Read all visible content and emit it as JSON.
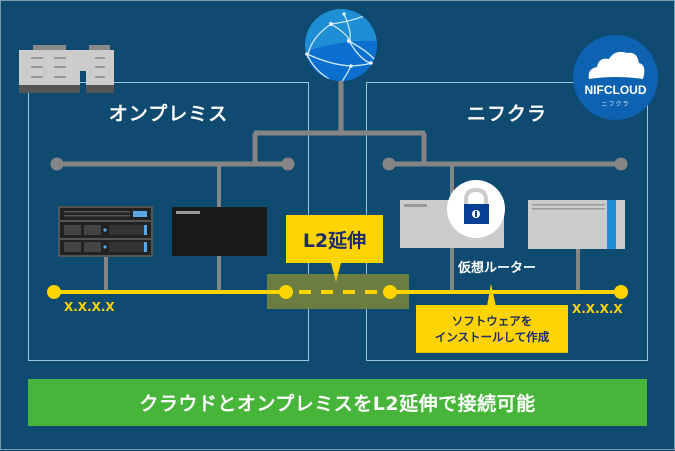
{
  "diagram": {
    "title_banner": "クラウドとオンプレミスをL2延伸で接続可能",
    "zones": [
      {
        "id": "onpremises",
        "label": "オンプレミス",
        "ip_label": "X.X.X.X"
      },
      {
        "id": "nifcloud",
        "label": "ニフクラ",
        "ip_label": "X.X.X.X"
      }
    ],
    "l2_extension_label": "L2延伸",
    "virtual_router_label": "仮想ルーター",
    "software_callout": {
      "line1": "ソフトウェアを",
      "line2": "インストールして作成"
    },
    "logo": {
      "name": "NIFCLOUD",
      "sub": "ニフクラ"
    },
    "icons": {
      "internet": "globe-icon",
      "building": "building-icon",
      "cloud_logo": "nifcloud-logo",
      "lock": "lock-icon",
      "rack_server": "rack-server-icon",
      "onprem_router": "appliance-icon",
      "virtual_router": "virtual-router-icon",
      "cloud_server": "cloud-server-icon"
    },
    "colors": {
      "background": "#0f4a70",
      "zone_border": "#9cc3dc",
      "network_gray": "#858585",
      "l2_yellow": "#ffd400",
      "l2_segment_bg": "#6b7d40",
      "banner_green": "#47b539",
      "callout_text": "#1d2d6b",
      "logo_blue": "#0d62b1"
    }
  }
}
